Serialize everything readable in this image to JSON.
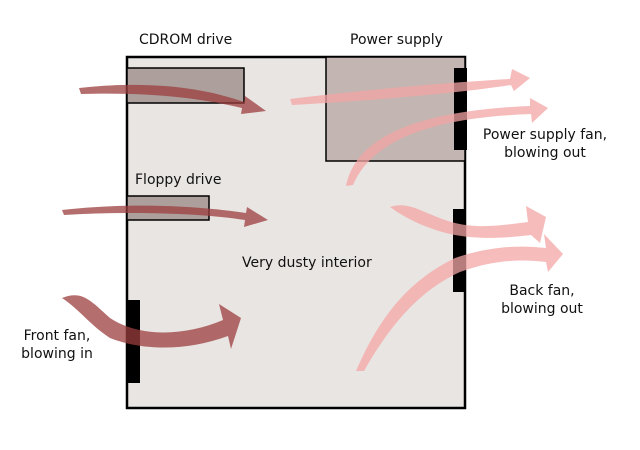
{
  "labels": {
    "cdrom": "CDROM drive",
    "power_supply": "Power supply",
    "floppy": "Floppy drive",
    "interior": "Very dusty interior",
    "psu_fan": {
      "line1": "Power supply fan,",
      "line2": "blowing out"
    },
    "back_fan": {
      "line1": "Back fan,",
      "line2": "blowing out"
    },
    "front_fan": {
      "line1": "Front fan,",
      "line2": "blowing in"
    }
  },
  "colors": {
    "case_fill": "#e9e5e3",
    "case_stroke": "#000000",
    "drive_fill": "#ad9f9c",
    "psu_fill": "#c3b5b1",
    "fan_fill": "#000000",
    "arrow_in": "#9b3d3d",
    "arrow_out": "#f4a5a5"
  }
}
